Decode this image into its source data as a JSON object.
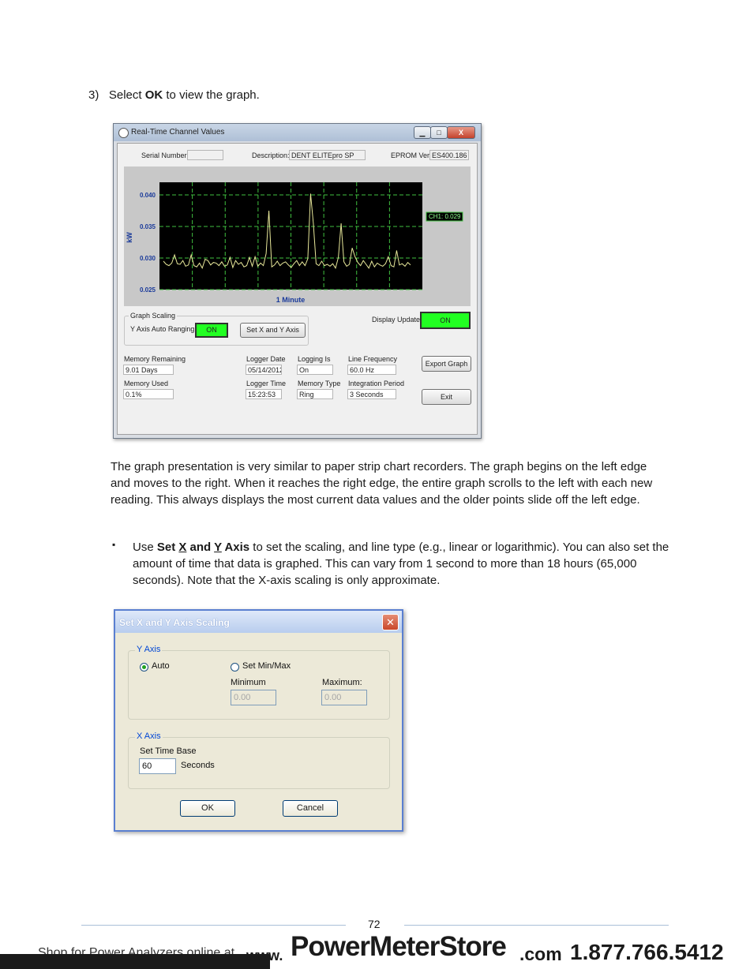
{
  "step": {
    "number": "3)",
    "prefix": "Select ",
    "bold": "OK",
    "suffix": " to view the graph."
  },
  "window1": {
    "title": "Real-Time Channel Values",
    "controls": {
      "minimize": "▁",
      "maximize": "□",
      "close": "X"
    },
    "serial_label": "Serial Number:",
    "serial_value": "",
    "description_label": "Description:",
    "description_value": "DENT ELITEpro SP",
    "eprom_label": "EPROM Ver:",
    "eprom_value": "ES400.186",
    "graph_scaling": {
      "title": "Graph Scaling",
      "auto_ranging_label": "Y Axis Auto Ranging:",
      "auto_ranging_value": "ON",
      "set_axis_button": "Set X and Y Axis"
    },
    "display_update_label": "Display Update:",
    "display_update_value": "ON",
    "stats": {
      "memory_remaining_label": "Memory Remaining",
      "memory_remaining_value": "9.01 Days",
      "memory_used_label": "Memory Used",
      "memory_used_value": "0.1%",
      "logger_date_label": "Logger Date",
      "logger_date_value": "05/14/2012",
      "logger_time_label": "Logger Time",
      "logger_time_value": "15:23:53",
      "logging_is_label": "Logging Is",
      "logging_is_value": "On",
      "memory_type_label": "Memory Type",
      "memory_type_value": "Ring",
      "line_frequency_label": "Line Frequency",
      "line_frequency_value": "60.0 Hz",
      "integration_period_label": "Integration Period",
      "integration_period_value": "3 Seconds"
    },
    "export_button": "Export Graph",
    "exit_button": "Exit"
  },
  "chart_data": {
    "type": "line",
    "title": "",
    "xlabel": "1 Minute",
    "ylabel": "kW",
    "yticks": [
      "0.040",
      "0.035",
      "0.030",
      "0.025"
    ],
    "ylim": [
      0.025,
      0.042
    ],
    "grid": true,
    "background": "#000000",
    "grid_color": "#3fbf3f",
    "line_color": "#e8e89a",
    "legend": "right",
    "series": [
      {
        "name": "CH1: 0.029",
        "values": [
          0.0295,
          0.029,
          0.0288,
          0.0292,
          0.0305,
          0.0291,
          0.029,
          0.0296,
          0.0287,
          0.0289,
          0.0305,
          0.0288,
          0.0286,
          0.0292,
          0.0284,
          0.0298,
          0.0296,
          0.0289,
          0.0293,
          0.0292,
          0.0288,
          0.0294,
          0.0287,
          0.0289,
          0.0301,
          0.0285,
          0.0296,
          0.029,
          0.0293,
          0.0286,
          0.0288,
          0.0301,
          0.0287,
          0.0302,
          0.0287,
          0.0292,
          0.0288,
          0.0307,
          0.0375,
          0.0286,
          0.0289,
          0.0295,
          0.0288,
          0.0292,
          0.0294,
          0.0289,
          0.0285,
          0.0291,
          0.0296,
          0.0288,
          0.0294,
          0.0288,
          0.0299,
          0.0402,
          0.0355,
          0.0291,
          0.0288,
          0.0295,
          0.0288,
          0.029,
          0.0287,
          0.0291,
          0.0284,
          0.0301,
          0.0355,
          0.0294,
          0.0287,
          0.029,
          0.0316,
          0.0302,
          0.0293,
          0.0288,
          0.0296,
          0.029,
          0.0284,
          0.0295,
          0.0286,
          0.0292,
          0.0289,
          0.0287,
          0.0291,
          0.0302,
          0.0288,
          0.0286,
          0.0312,
          0.0289,
          0.0291,
          0.0287,
          0.0293,
          0.0289
        ]
      }
    ]
  },
  "paragraph": "The graph presentation is very similar to paper strip chart recorders. The graph begins on the left edge and moves to the right. When it reaches the right edge, the entire graph scrolls to the left with each new reading. This always displays the most current data values and the older points slide off the left edge.",
  "bullet": {
    "marker": "▪",
    "lead": "Use ",
    "b1": "Set ",
    "b2": "X",
    "b3": " and ",
    "b4": "Y",
    "b5": " Axis",
    "rest": " to set the scaling, and line type (e.g., linear or logarithmic). You can also set the amount of time that data is graphed. This can vary from 1 second to more than 18 hours (65,000 seconds). Note that the X-axis scaling is only approximate."
  },
  "window2": {
    "title": "Set X and Y Axis Scaling",
    "close": "✕",
    "y_axis": {
      "title": "Y Axis",
      "auto_label": "Auto",
      "set_minmax_label": "Set Min/Max",
      "minimum_label": "Minimum",
      "minimum_value": "0.00",
      "maximum_label": "Maximum:",
      "maximum_value": "0.00"
    },
    "x_axis": {
      "title": "X Axis",
      "time_base_label": "Set Time Base",
      "time_base_value": "60",
      "seconds_label": "Seconds"
    },
    "ok_button": "OK",
    "cancel_button": "Cancel"
  },
  "footer": {
    "page_number": "72",
    "small_text": "Shop for Power Analyzers online at",
    "www": "www.",
    "brand": "PowerMeterStore",
    "com": ".com",
    "phone": "1.877.766.5412"
  }
}
